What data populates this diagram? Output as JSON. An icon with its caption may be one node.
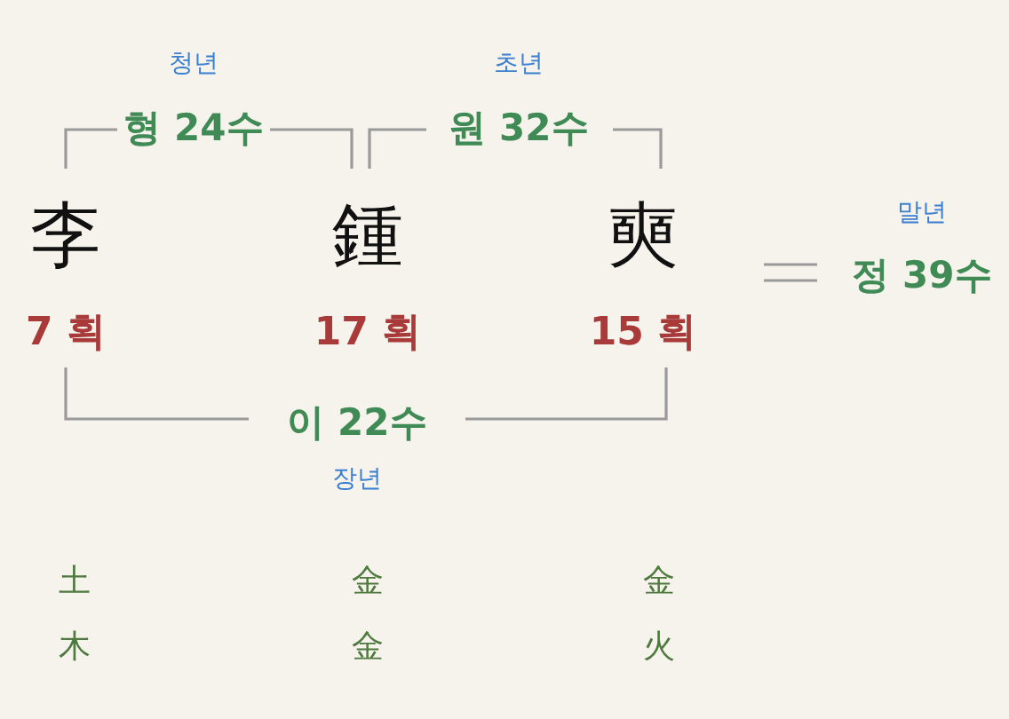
{
  "diagram": {
    "nodes": [
      {
        "text": [
          "李",
          "7 획"
        ]
      },
      {
        "text": [
          "鍾",
          "17 획"
        ]
      },
      {
        "text": [
          "奭",
          "15 획"
        ]
      },
      {
        "text": [
          "청년",
          "형 24수"
        ]
      },
      {
        "text": [
          "초년",
          "원 32수"
        ]
      },
      {
        "text": [
          "이 22수",
          "장년"
        ]
      },
      {
        "text": [
          "말년",
          "정 39수"
        ]
      }
    ],
    "edges": [
      {
        "from": 0,
        "to": 3,
        "arrow": "none"
      },
      {
        "from": 3,
        "to": 1,
        "arrow": "none"
      },
      {
        "from": 1,
        "to": 4,
        "arrow": "none"
      },
      {
        "from": 4,
        "to": 2,
        "arrow": "none"
      },
      {
        "from": 0,
        "to": 5,
        "arrow": "none"
      },
      {
        "from": 5,
        "to": 2,
        "arrow": "none"
      },
      {
        "from": 2,
        "to": 6,
        "arrow": "none"
      }
    ],
    "labels": [
      "土",
      "金",
      "金",
      "木",
      "金",
      "火"
    ]
  }
}
